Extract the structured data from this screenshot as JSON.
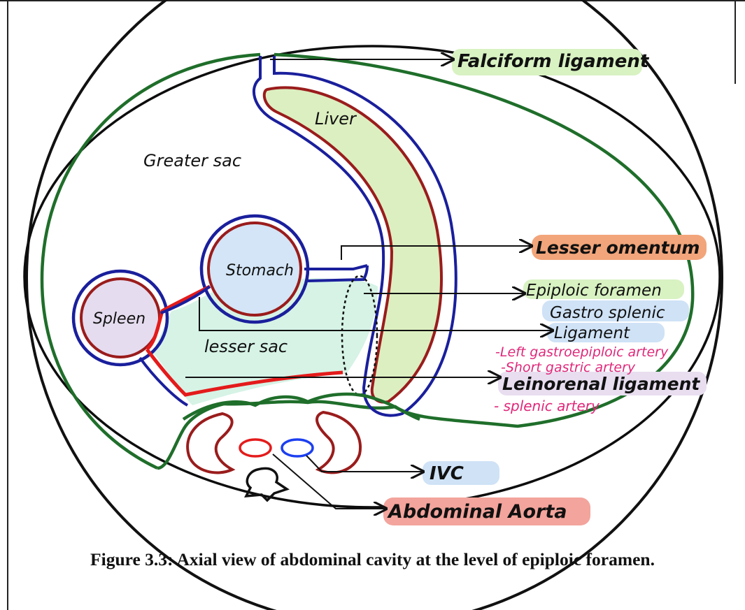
{
  "figure": {
    "caption": "Figure 3.3: Axial view of abdominal cavity at the level of epiploic foramen."
  },
  "regions": {
    "greater_sac": "Greater sac",
    "lesser_sac": "lesser sac",
    "liver": "Liver",
    "stomach": "Stomach",
    "spleen": "Spleen"
  },
  "labels": {
    "falciform": "Falciform ligament",
    "lesser_omentum": "Lesser omentum",
    "epiploic_foramen": "Epiploic foramen",
    "gastrosplenic_1": "Gastro splenic",
    "gastrosplenic_2": "Ligament",
    "gastrosplenic_sub1": "-Left gastroepiploic artery",
    "gastrosplenic_sub2": "-Short gastric artery",
    "lienorenal": "Leinorenal ligament",
    "lienorenal_sub": "- splenic artery",
    "ivc": "IVC",
    "aorta": "Abdominal Aorta"
  },
  "colors": {
    "peritoneum_outer": "#1f6e2a",
    "peritoneum_inner": "#1a1f9c",
    "organ_outline": "#9a1c1c",
    "ligament_red": "#e41b1b",
    "liver_fill": "#dcefc0",
    "stomach_fill": "#d3e5f6",
    "spleen_fill": "#e5dcef",
    "lesser_sac_fill": "#d6f3e6",
    "hl_green": "#d8f2c2",
    "hl_orange": "#f2a57a",
    "hl_blue": "#cfe2f6",
    "hl_lavender": "#e8def0",
    "hl_red": "#f3a49c",
    "magenta": "#e0287a"
  }
}
